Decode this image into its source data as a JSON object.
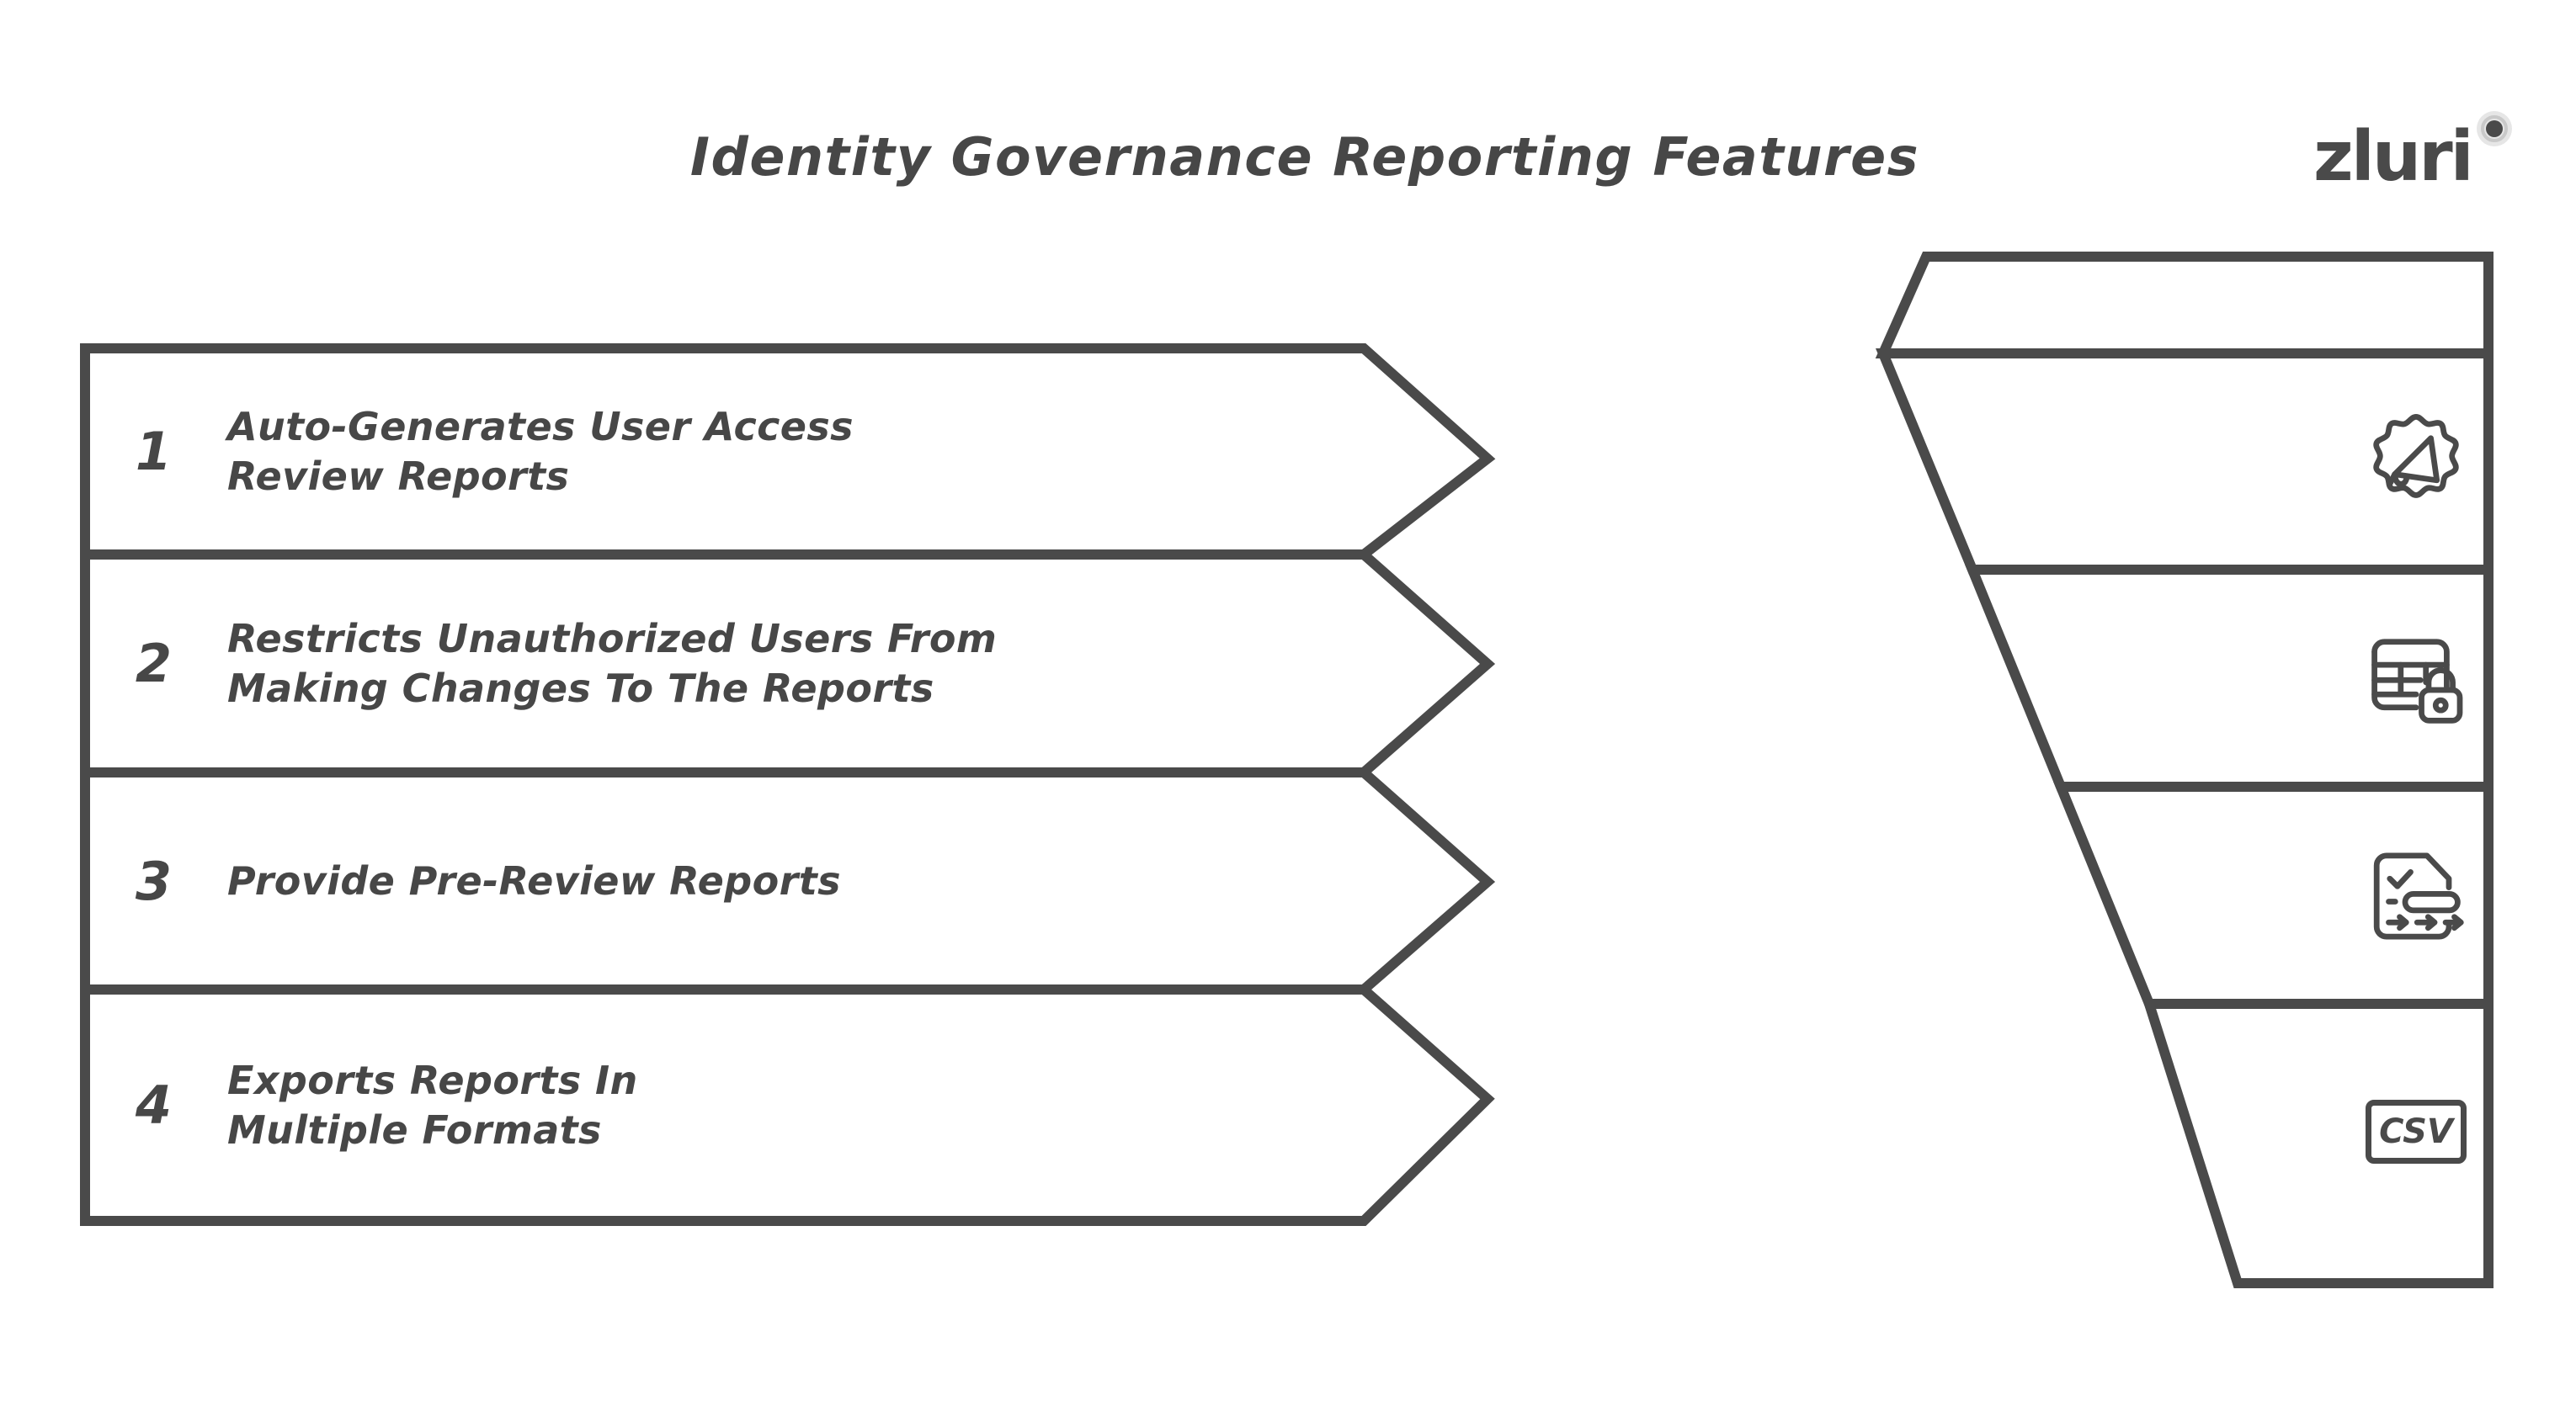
{
  "page": {
    "title": "Identity Governance Reporting Features",
    "background_color": "#ffffff",
    "stroke_color": "#4a4a4a",
    "text_color": "#474747"
  },
  "brand": {
    "name": "zluri",
    "logo_mark": "concentric-circle-dot"
  },
  "features": [
    {
      "number": "1",
      "label": "Auto-Generates User Access\nReview Reports",
      "icon": "megaphone-badge-icon"
    },
    {
      "number": "2",
      "label": "Restricts Unauthorized Users From\nMaking Changes To The Reports",
      "icon": "table-lock-icon"
    },
    {
      "number": "3",
      "label": "Provide Pre-Review Reports",
      "icon": "document-checklist-arrows-icon"
    },
    {
      "number": "4",
      "label": "Exports Reports In\nMultiple Formats",
      "icon": "csv-file-icon"
    }
  ],
  "ribbon_icons": [
    {
      "name": "megaphone-badge-icon",
      "caption": ""
    },
    {
      "name": "table-lock-icon",
      "caption": ""
    },
    {
      "name": "document-checklist-arrows-icon",
      "caption": ""
    },
    {
      "name": "csv-file-icon",
      "caption": "CSV"
    }
  ]
}
